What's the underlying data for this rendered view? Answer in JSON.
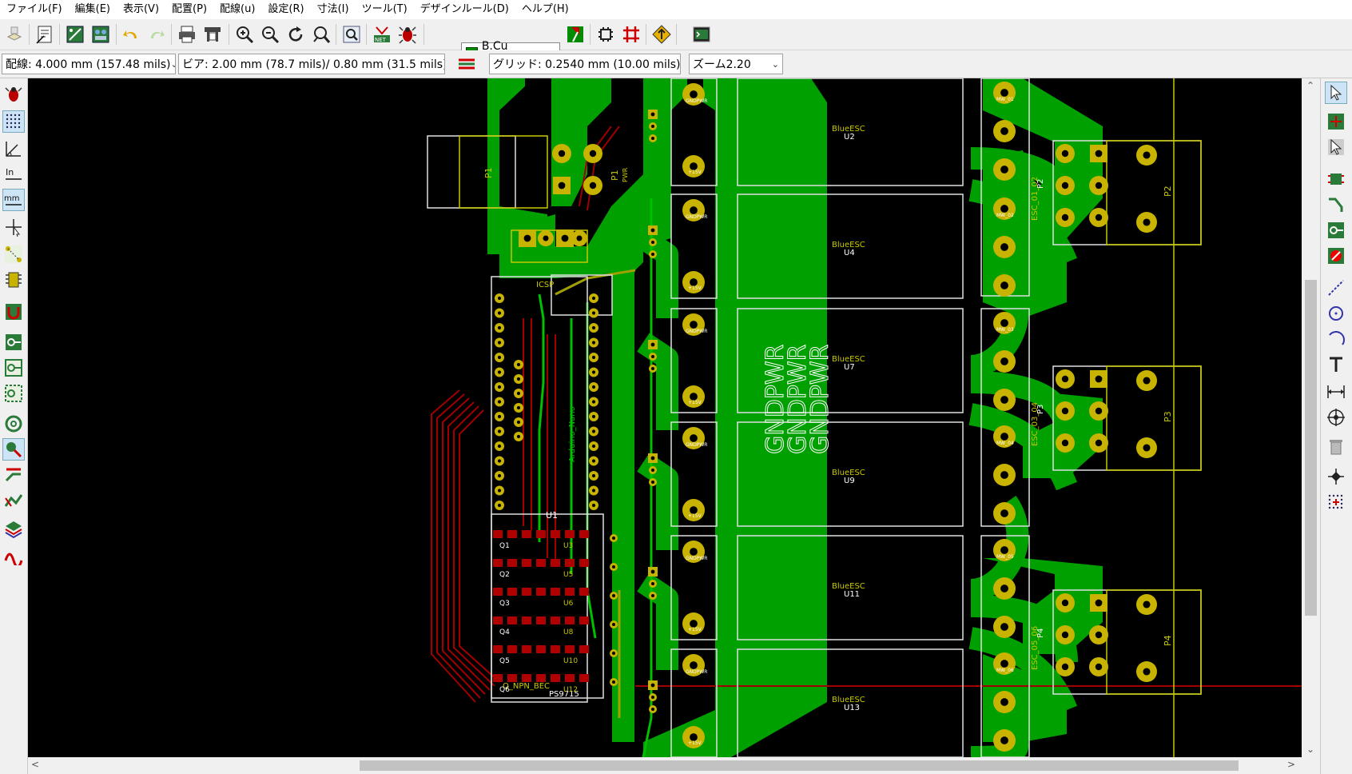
{
  "menu": [
    "ファイル(F)",
    "編集(E)",
    "表示(V)",
    "配置(P)",
    "配線(u)",
    "設定(R)",
    "寸法(I)",
    "ツール(T)",
    "デザインルール(D)",
    "ヘルプ(H)"
  ],
  "toolbar": {
    "layer_label": "B.Cu (PgDn)",
    "layer_color": "#008b00"
  },
  "toolbar2": {
    "track_width": "配線: 4.000 mm (157.48 mils)",
    "via_size": "ビア: 2.00 mm (78.7 mils)/ 0.80 mm (31.5 mils)",
    "grid": "グリッド: 0.2540 mm (10.00 mils)",
    "zoom": "ズーム2.20"
  },
  "pcb": {
    "colors": {
      "copper": "#00a000",
      "pad": "#c8b400",
      "silk": "#c8c800",
      "drill": "#000000",
      "track_red": "#a00000",
      "background": "#000000"
    },
    "esc_label": "BlueESC",
    "esc_refs": [
      "U2",
      "U4",
      "U7",
      "U9",
      "U11",
      "U13"
    ],
    "pad_gndpwr": "GNDPWR",
    "pad_15v": "+15V",
    "gndpwr_text": [
      "GNDPWR",
      "GNDPWR",
      "GNDPWR"
    ],
    "connectors": [
      "P1",
      "P2",
      "P3",
      "P4"
    ],
    "pwr_label": "PWR",
    "esc_pair_labels": [
      "ESC_01_02",
      "ESC_03_04",
      "ESC_05_06"
    ],
    "mw_labels": [
      "MW_01",
      "MW_02",
      "MW_03",
      "MW_04",
      "MW_05",
      "MW_06"
    ],
    "arduino_label": "Arduino_Nano",
    "icsp_label": "ICSP",
    "u1_label": "U1",
    "q_label": "Q_NPN_BEC",
    "ps_label": "PS9715",
    "ic_refs": [
      "U3",
      "U5",
      "U6",
      "U8",
      "U10",
      "U12"
    ],
    "q_refs": [
      "Q1",
      "Q2",
      "Q3",
      "Q4",
      "Q5",
      "Q6"
    ]
  }
}
